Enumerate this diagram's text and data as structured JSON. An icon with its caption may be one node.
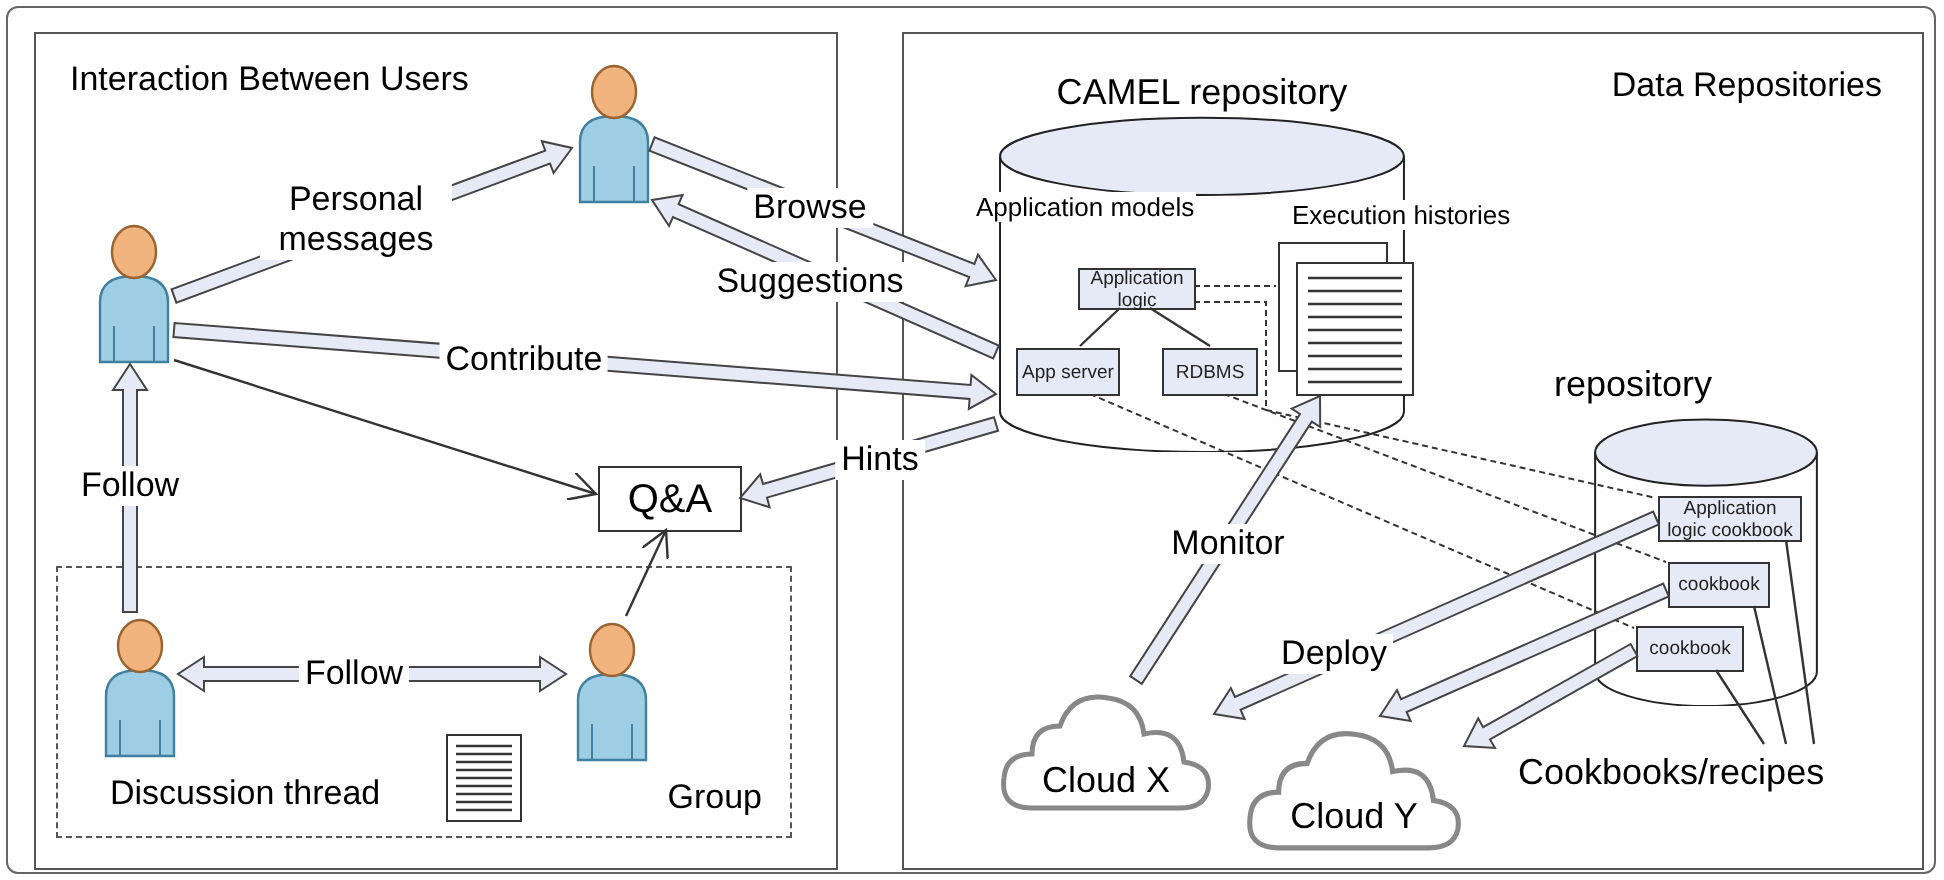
{
  "diagram": {
    "nodes": [
      {
        "text": [
          "Interaction Between Users"
        ]
      },
      {
        "text": [
          "Data Repositories"
        ]
      },
      {
        "text": [],
        "shape": "person",
        "in": 0
      },
      {
        "text": [],
        "shape": "person",
        "in": 0
      },
      {
        "text": [
          "Q&A"
        ],
        "in": 0
      },
      {
        "text": [
          "Group"
        ],
        "in": 0
      },
      {
        "text": [],
        "shape": "person",
        "in": 5
      },
      {
        "text": [],
        "shape": "person",
        "in": 5
      },
      {
        "text": [
          "CAMEL repository"
        ],
        "in": 1
      },
      {
        "text": [
          "Application logic"
        ],
        "in": 8
      },
      {
        "text": [
          "App server"
        ],
        "in": 8
      },
      {
        "text": [
          "RDBMS"
        ],
        "in": 8
      },
      {
        "text": [],
        "shape": "document",
        "in": 8
      },
      {
        "text": [
          "repository"
        ],
        "in": 1
      },
      {
        "text": [
          "Application logic cookbook"
        ],
        "in": 13
      },
      {
        "text": [
          "cookbook"
        ],
        "in": 13
      },
      {
        "text": [
          "cookbook"
        ],
        "in": 13
      },
      {
        "text": [
          "Cloud X"
        ],
        "in": 1
      },
      {
        "text": [
          "Cloud Y"
        ],
        "in": 1
      },
      {
        "text": [
          "Cookbooks/recipes"
        ],
        "in": 1
      }
    ],
    "edges": [
      {
        "from": 3,
        "to": 2,
        "arrow": "to",
        "label": "Personal messages",
        "style": "thick"
      },
      {
        "from": 2,
        "to": 8,
        "arrow": "to",
        "label": "Browse",
        "style": "thick"
      },
      {
        "from": 8,
        "to": 2,
        "arrow": "to",
        "label": "Suggestions",
        "style": "thick"
      },
      {
        "from": 3,
        "to": 8,
        "arrow": "to",
        "label": "Contribute",
        "style": "thick"
      },
      {
        "from": 3,
        "to": 4,
        "arrow": "to"
      },
      {
        "from": 8,
        "to": 4,
        "arrow": "to",
        "label": "Hints",
        "style": "thick"
      },
      {
        "from": 6,
        "to": 3,
        "arrow": "to",
        "label": "Follow",
        "style": "thick"
      },
      {
        "from": 6,
        "to": 7,
        "arrow": "both",
        "label": "Follow",
        "style": "thick"
      },
      {
        "from": 7,
        "to": 4,
        "arrow": "to"
      },
      {
        "from": 17,
        "to": 12,
        "arrow": "to",
        "label": "Monitor",
        "style": "thick"
      },
      {
        "from": 14,
        "to": 17,
        "arrow": "to",
        "label": "Deploy",
        "style": "thick"
      },
      {
        "from": 15,
        "to": 18,
        "arrow": "to",
        "style": "thick"
      },
      {
        "from": 16,
        "to": 18,
        "arrow": "to",
        "style": "thick"
      },
      {
        "from": 9,
        "to": 10,
        "arrow": "none"
      },
      {
        "from": 9,
        "to": 11,
        "arrow": "none"
      },
      {
        "from": 9,
        "to": 12,
        "arrow": "none",
        "style": "dashed"
      },
      {
        "from": 9,
        "to": 14,
        "arrow": "none",
        "style": "dashed"
      },
      {
        "from": 11,
        "to": 15,
        "arrow": "none",
        "style": "dashed"
      },
      {
        "from": 10,
        "to": 16,
        "arrow": "none",
        "style": "dashed"
      },
      {
        "from": 19,
        "to": 14,
        "arrow": "none"
      },
      {
        "from": 19,
        "to": 15,
        "arrow": "none"
      },
      {
        "from": 19,
        "to": 16,
        "arrow": "none"
      }
    ],
    "labels": [
      "Application models",
      "Execution histories",
      "Discussion thread"
    ]
  }
}
